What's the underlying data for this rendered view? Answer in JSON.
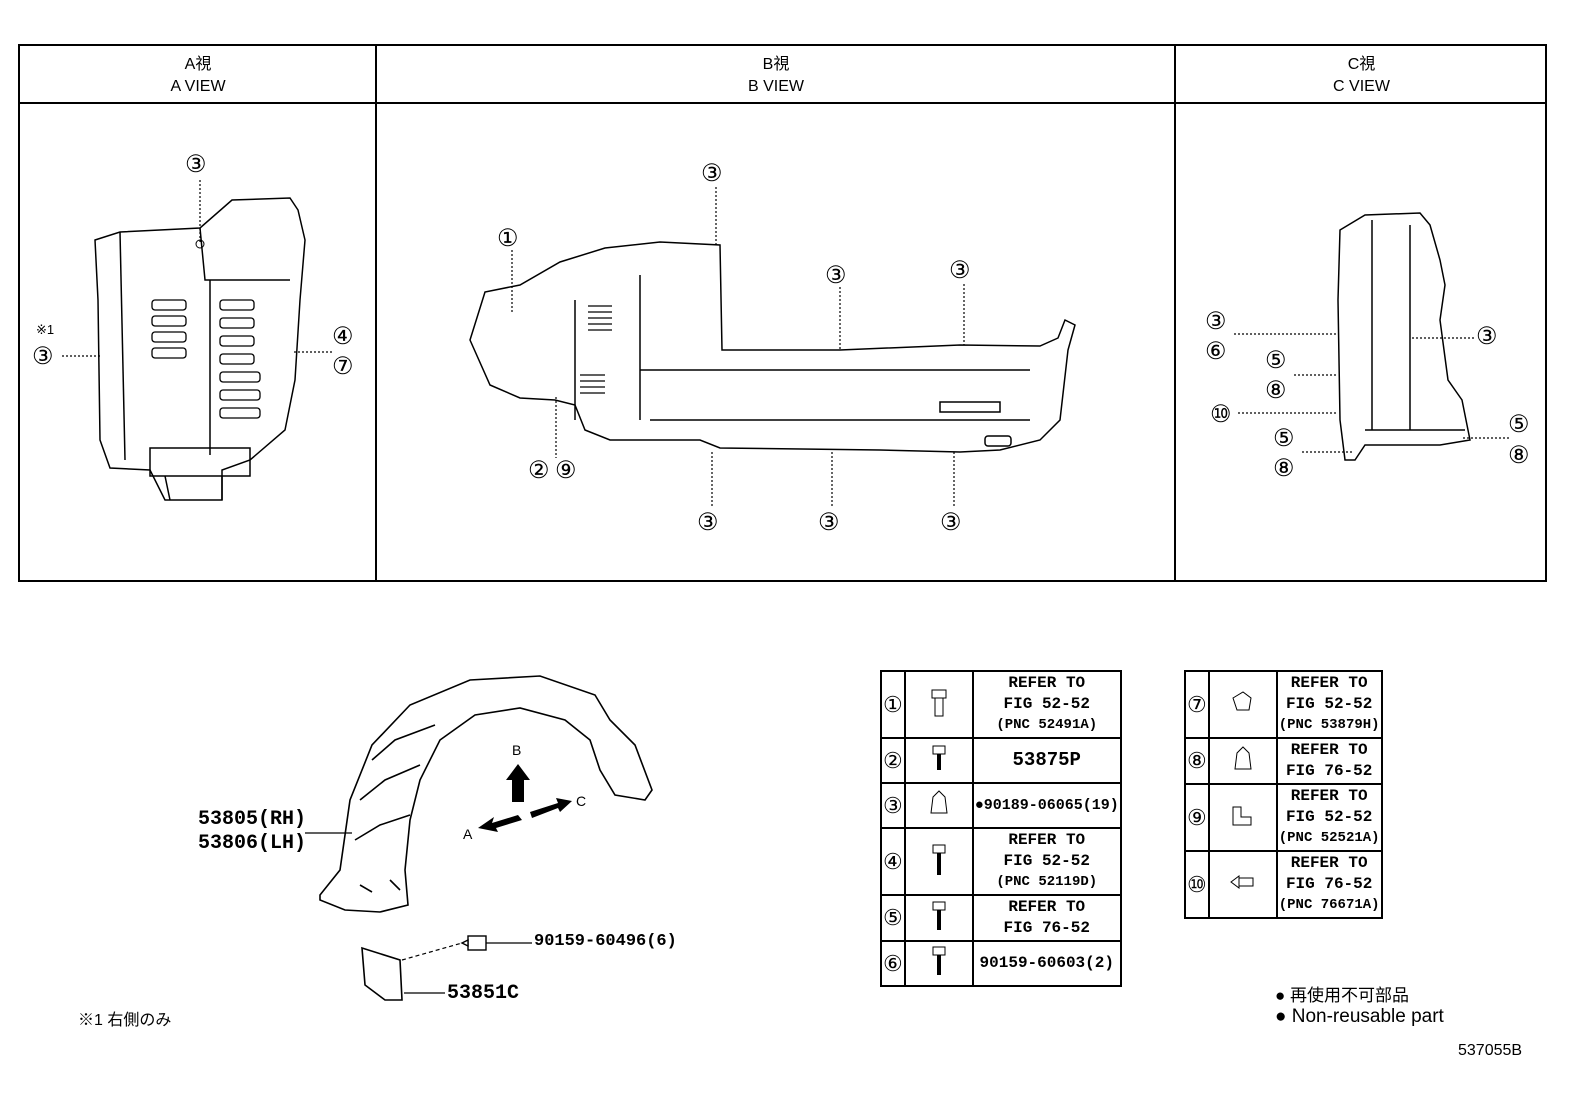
{
  "views": {
    "a": {
      "jp": "A視",
      "en": "A VIEW"
    },
    "b": {
      "jp": "B視",
      "en": "B VIEW"
    },
    "c": {
      "jp": "C視",
      "en": "C VIEW"
    }
  },
  "callouts": {
    "one": "①",
    "two": "②",
    "three": "③",
    "four": "④",
    "five": "⑤",
    "six": "⑥",
    "seven": "⑦",
    "eight": "⑧",
    "nine": "⑨",
    "ten": "⑩",
    "note_mark": "※1"
  },
  "assembly": {
    "part_rh": "53805(RH)",
    "part_lh": "53806(LH)",
    "screw": "90159-60496(6)",
    "flap": "53851C",
    "arrow_a": "A",
    "arrow_b": "B",
    "arrow_c": "C"
  },
  "parts_table": {
    "rows": [
      {
        "num": "①",
        "line1": "REFER TO",
        "line2": "FIG 52-52",
        "line3": "(PNC 52491A)"
      },
      {
        "num": "②",
        "line1": "53875P"
      },
      {
        "num": "③",
        "line1": "●90189-06065(19)"
      },
      {
        "num": "④",
        "line1": "REFER TO",
        "line2": "FIG 52-52",
        "line3": "(PNC 52119D)"
      },
      {
        "num": "⑤",
        "line1": "REFER TO",
        "line2": "FIG 76-52"
      },
      {
        "num": "⑥",
        "line1": "90159-60603(2)"
      },
      {
        "num": "⑦",
        "line1": "REFER TO",
        "line2": "FIG 52-52",
        "line3": "(PNC 53879H)"
      },
      {
        "num": "⑧",
        "line1": "REFER TO",
        "line2": "FIG 76-52"
      },
      {
        "num": "⑨",
        "line1": "REFER TO",
        "line2": "FIG 52-52",
        "line3": "(PNC 52521A)"
      },
      {
        "num": "⑩",
        "line1": "REFER TO",
        "line2": "FIG 76-52",
        "line3": "(PNC 76671A)"
      }
    ]
  },
  "footnote": "※1 右側のみ",
  "legend": {
    "jp": "● 再使用不可部品",
    "en": "● Non-reusable part"
  },
  "figure_id": "537055B"
}
